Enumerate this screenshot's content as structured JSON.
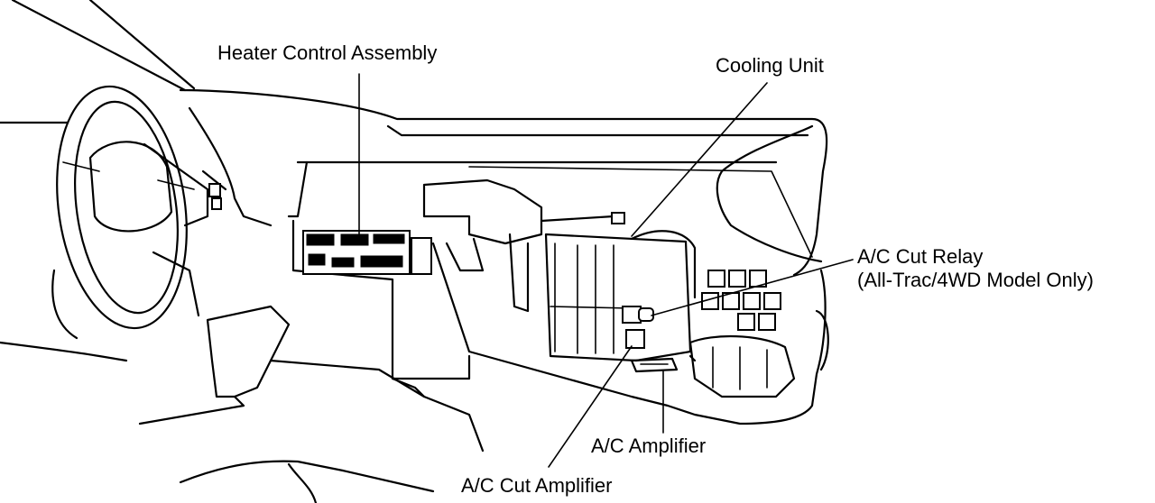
{
  "labels": {
    "heater_control": "Heater Control Assembly",
    "cooling_unit": "Cooling Unit",
    "ac_cut_relay_line1": "A/C Cut Relay",
    "ac_cut_relay_line2": "(All-Trac/4WD Model Only)",
    "ac_amplifier": "A/C Amplifier",
    "ac_cut_amplifier": "A/C Cut Amplifier"
  }
}
